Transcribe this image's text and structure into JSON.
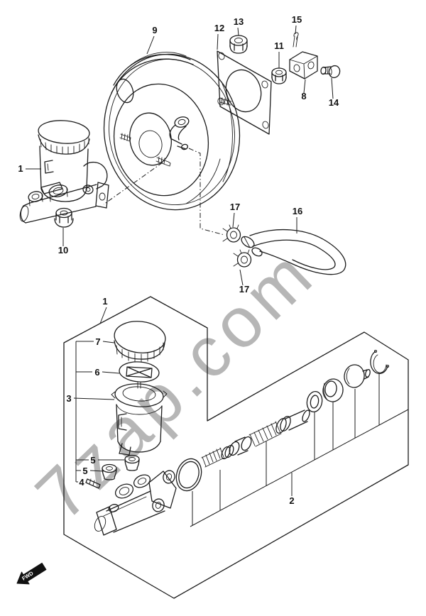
{
  "watermark": {
    "text": "7zap.com"
  },
  "fwd": {
    "label": "FWD"
  },
  "colors": {
    "line": "#1c1c1c",
    "watermark": "#b6b6b6",
    "label": "#111111",
    "fwd_bg": "#111111",
    "fwd_text": "#ffffff"
  },
  "callouts": [
    {
      "n": "9"
    },
    {
      "n": "12"
    },
    {
      "n": "13"
    },
    {
      "n": "15"
    },
    {
      "n": "11"
    },
    {
      "n": "8"
    },
    {
      "n": "14"
    },
    {
      "n": "1"
    },
    {
      "n": "10"
    },
    {
      "n": "17"
    },
    {
      "n": "16"
    },
    {
      "n": "17"
    },
    {
      "n": "1"
    },
    {
      "n": "7"
    },
    {
      "n": "6"
    },
    {
      "n": "3"
    },
    {
      "n": "5"
    },
    {
      "n": "5"
    },
    {
      "n": "4"
    },
    {
      "n": "2"
    }
  ]
}
